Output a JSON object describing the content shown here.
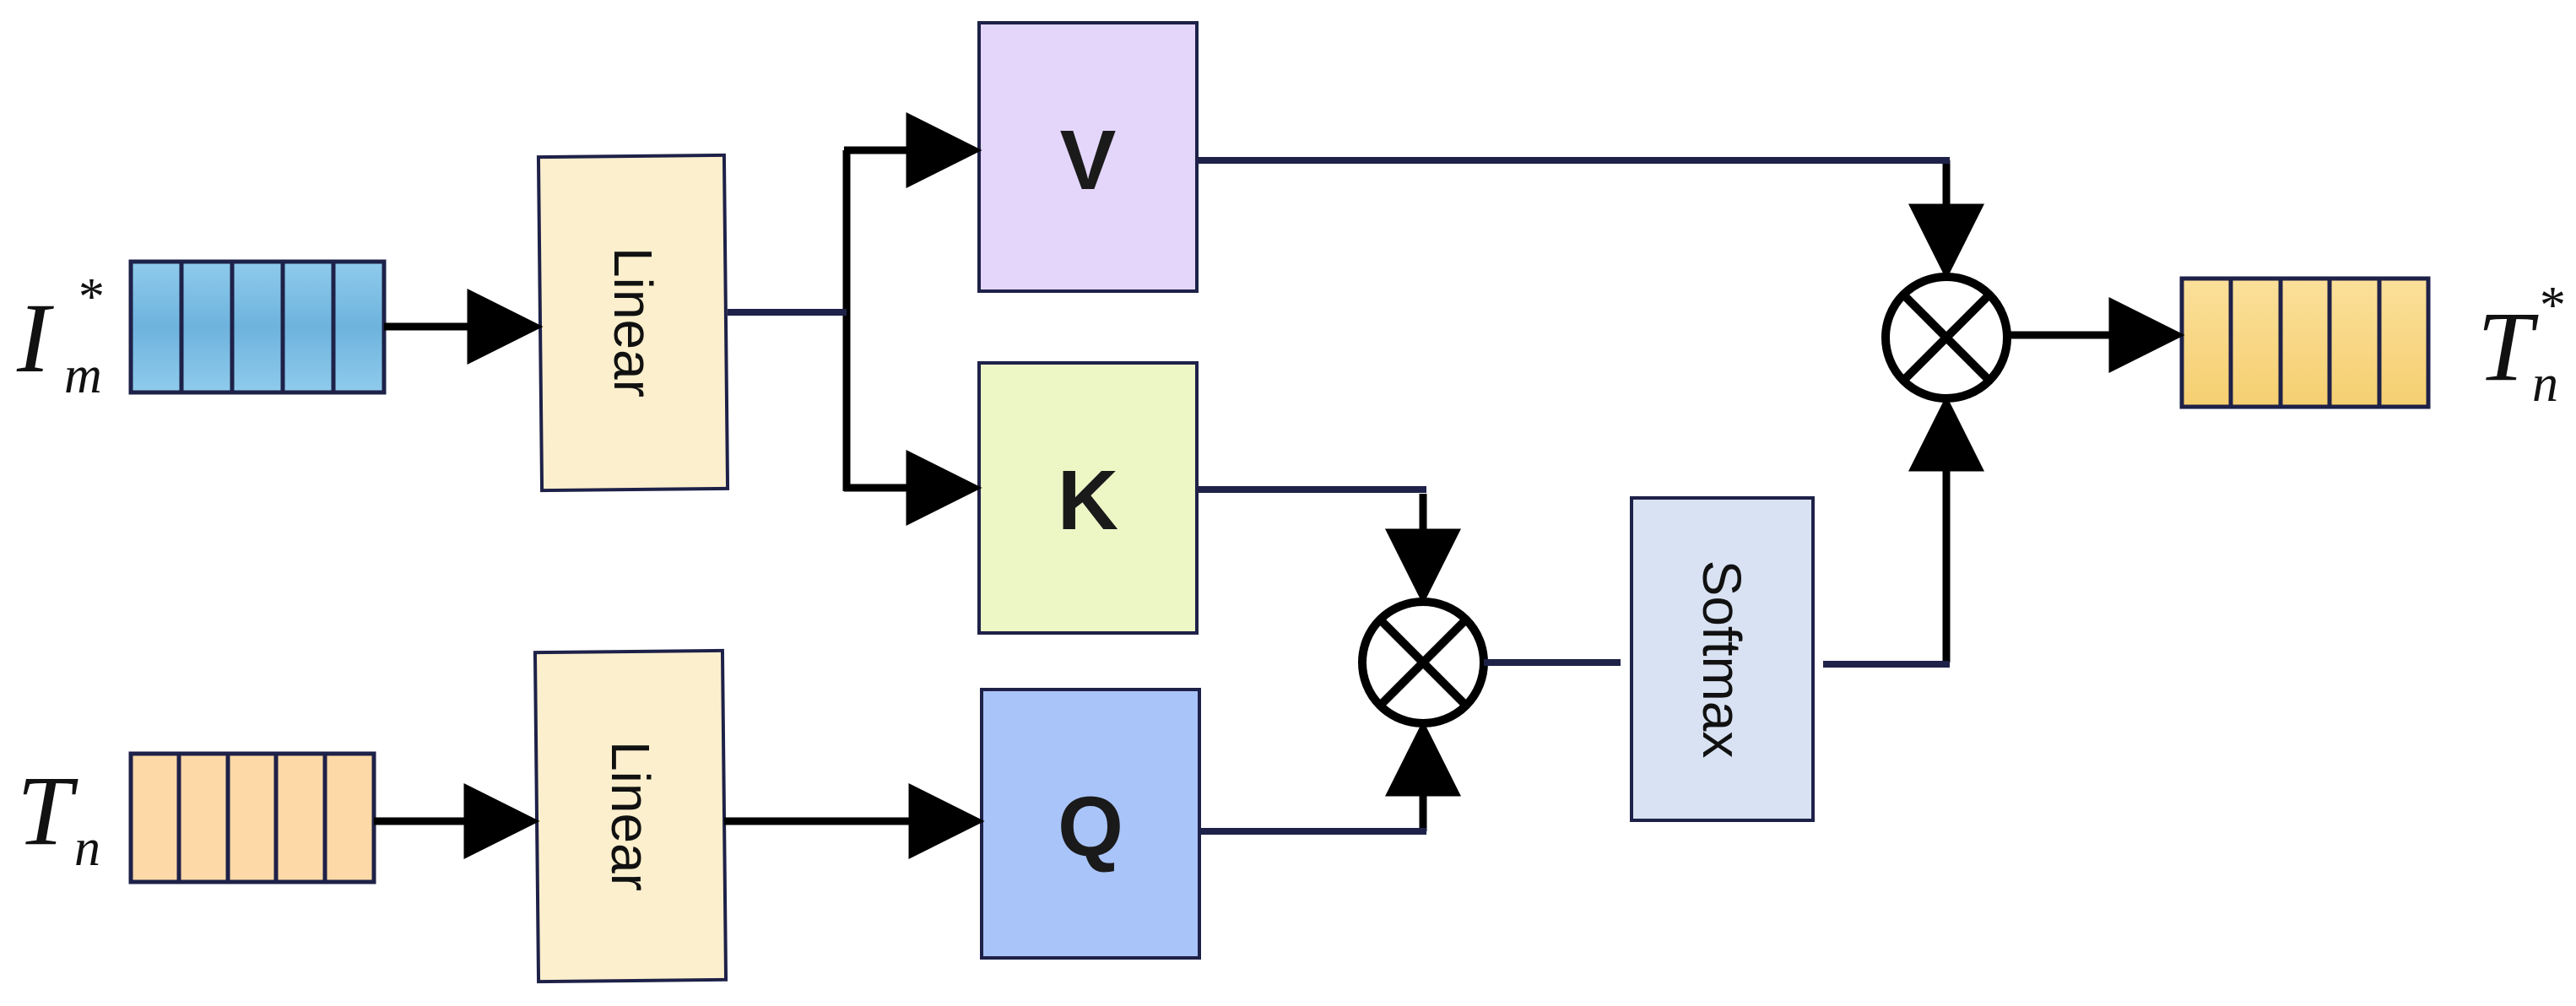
{
  "inputs": {
    "image": {
      "symbol": "I",
      "sub": "m",
      "sup": "*"
    },
    "text": {
      "symbol": "T",
      "sub": "n"
    }
  },
  "output": {
    "symbol": "T",
    "sub": "n",
    "sup": "*"
  },
  "blocks": {
    "linear_top": "Linear",
    "linear_bottom": "Linear",
    "v": "V",
    "k": "K",
    "q": "Q",
    "softmax": "Softmax"
  },
  "operators": {
    "mult_glyph": "⊗"
  },
  "colors": {
    "image_token": "#7cbbe0",
    "text_token": "#fdd9a8",
    "output_token": "#f9d77d",
    "linear": "#fcefcd",
    "v": "#e4d6fb",
    "k": "#edf7c6",
    "q": "#a9c4f8",
    "softmax": "#d8e2f2",
    "wire": "#1e2148",
    "arrow": "#000000"
  }
}
